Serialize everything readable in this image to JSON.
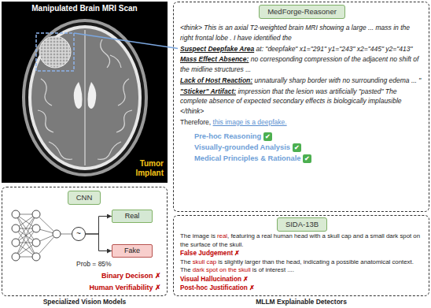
{
  "diagram": {
    "nodes": [
      {
        "text": [
          "Manipulated Brain MRI Scan",
          "Tumor Implant"
        ]
      },
      {
        "text": [
          "<think> This is an axial T2-weighted brain MRI showing a large ... mass in the right frontal lobe . I have identified the",
          "Suspect Deepfake Area",
          "at: \"deepfake\" x1=\"291\" y1=\"243\" x2=\"445\" y2=\"413\"",
          "Mass Effect Absence:",
          "no corresponding compression of the adjacent no shift of the midline structures ...",
          "Lack of Host Reaction:",
          "unnaturally sharp border with no surrounding edema ... \"",
          "\"Sticker\" Artifact:",
          "impression that the lesion was artificially \"pasted\" The complete absence of expected secondary effects is biologically implausible </think>",
          "Therefore,",
          "this image is a deepfake.",
          "Pre-hoc Reasoning",
          "Visually-grounded Analysis",
          "Medical Principles & Rationale"
        ]
      },
      {
        "text": [
          "MedForge-Reasoner"
        ],
        "in": 1
      },
      {
        "text": [
          "Prob = 85%",
          "Binary Decison ✗",
          "Human Verifiability ✗"
        ]
      },
      {
        "text": [
          "CNN"
        ],
        "in": 3
      },
      {
        "text": [
          "~"
        ],
        "in": 3
      },
      {
        "text": [
          "Real"
        ],
        "in": 3
      },
      {
        "text": [
          "Fake"
        ],
        "in": 3
      },
      {
        "text": [
          "The image is",
          "real",
          ", featuring a real human head with a skull cap and a small dark spot on the surface of the skull.",
          "False Judgement ✗",
          "The",
          "skull cap",
          "is slightly larger than the head, indicating a possible anatomical context. The",
          "dark spot on the skull",
          "is of interest ....",
          "Visual Hallucination ✗",
          "Post-hoc Justification ✗"
        ]
      },
      {
        "text": [
          "SIDA-13B"
        ],
        "in": 8
      }
    ],
    "edges": [
      {
        "from": 5,
        "to": 6,
        "arrow": "to"
      },
      {
        "from": 5,
        "to": 7,
        "arrow": "to"
      }
    ],
    "labels": [
      "✔",
      "✔",
      "✔",
      "Specialized Vision Models",
      "MLLM Explainable Detectors"
    ]
  }
}
